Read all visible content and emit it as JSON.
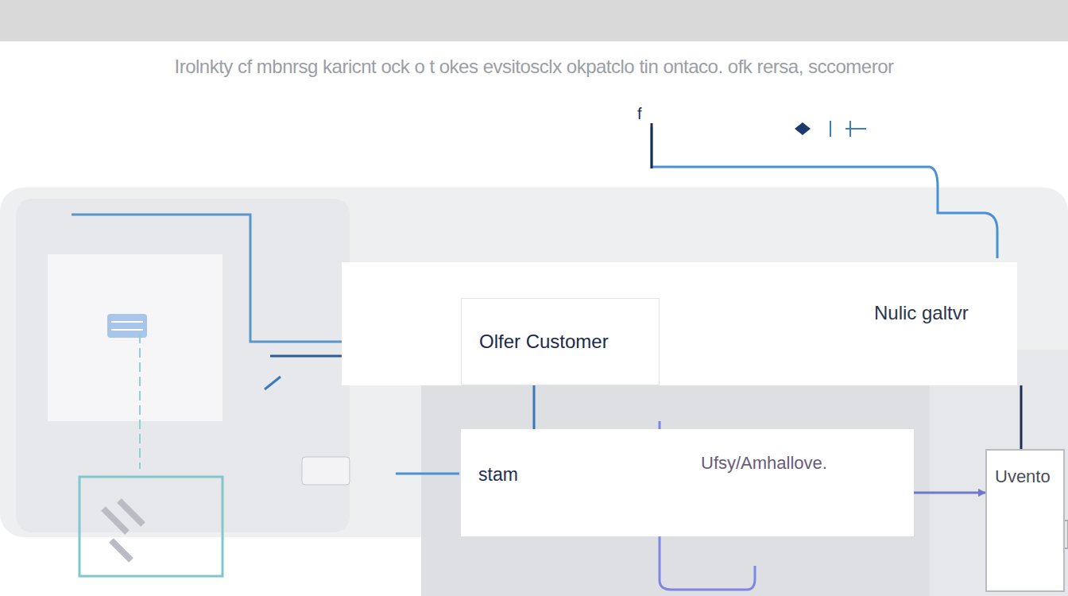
{
  "diagram": {
    "title": "Irolnkty cf mbnrsg karicnt ock o t okes evsitosclx okpatclo tin ontaco. ofk rersa, sccomeror",
    "nodes": [
      {
        "text": [
          "Nulic galtvr"
        ]
      },
      {
        "text": [
          "Olfer Customer"
        ],
        "in": 0
      },
      {
        "text": [
          "stam"
        ]
      },
      {
        "text": [
          "Ufsy/Amhallove."
        ]
      },
      {
        "text": [
          "Uvento"
        ]
      }
    ],
    "edges": [
      {
        "from": 1,
        "to": 2,
        "arrow": "none"
      },
      {
        "from": 3,
        "to": 4,
        "arrow": "to"
      },
      {
        "from": 0,
        "to": 4,
        "arrow": "none"
      }
    ],
    "labels": [
      "f"
    ]
  }
}
